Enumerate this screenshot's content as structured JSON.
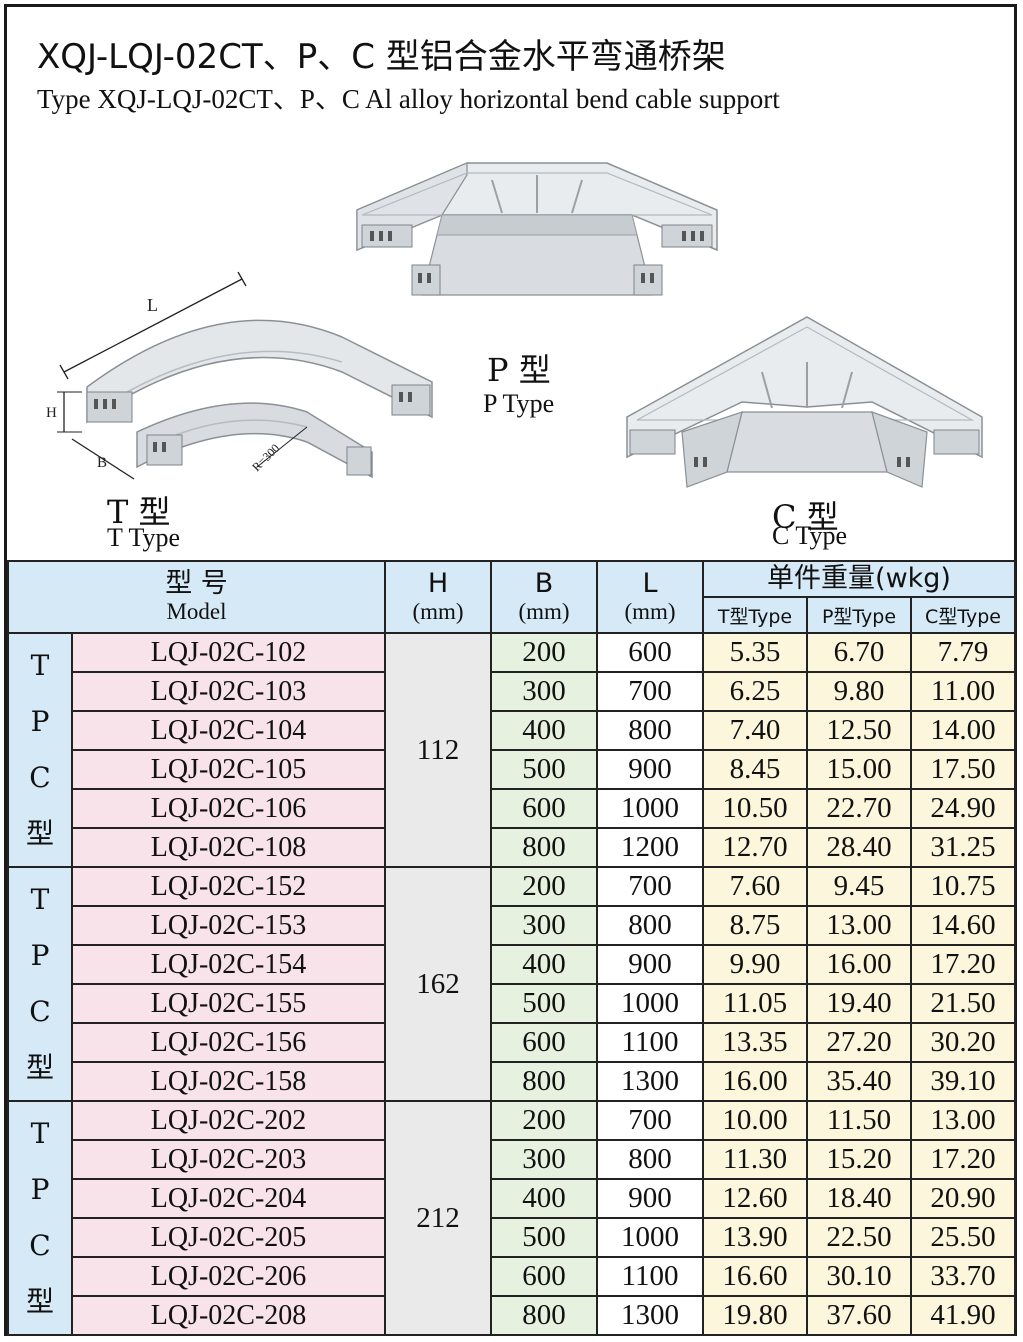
{
  "title_cn": "XQJ-LQJ-02CT、P、C 型铝合金水平弯通桥架",
  "title_en": "Type XQJ-LQJ-02CT、P、C   Al alloy  horizontal bend cable support",
  "diagram": {
    "dim_L": "L",
    "dim_H": "H",
    "dim_B": "B",
    "dim_R": "R=300"
  },
  "types": {
    "t_cn": "T 型",
    "t_en": "T Type",
    "p_cn": "P 型",
    "p_en": "P Type",
    "c_cn": "C 型",
    "c_en": "C Type"
  },
  "table": {
    "header": {
      "model_cn": "型 号",
      "model_en": "Model",
      "h": "H",
      "b": "B",
      "l": "L",
      "unit": "(mm)",
      "weight": "单件重量(wkg)",
      "t_type": "T型Type",
      "p_type": "P型Type",
      "c_type": "C型Type"
    },
    "group_label": [
      "T",
      "P",
      "C",
      "型"
    ],
    "groups": [
      {
        "h": "112",
        "rows": [
          {
            "model": "LQJ-02C-102",
            "b": "200",
            "l": "600",
            "t": "5.35",
            "p": "6.70",
            "c": "7.79"
          },
          {
            "model": "LQJ-02C-103",
            "b": "300",
            "l": "700",
            "t": "6.25",
            "p": "9.80",
            "c": "11.00"
          },
          {
            "model": "LQJ-02C-104",
            "b": "400",
            "l": "800",
            "t": "7.40",
            "p": "12.50",
            "c": "14.00"
          },
          {
            "model": "LQJ-02C-105",
            "b": "500",
            "l": "900",
            "t": "8.45",
            "p": "15.00",
            "c": "17.50"
          },
          {
            "model": "LQJ-02C-106",
            "b": "600",
            "l": "1000",
            "t": "10.50",
            "p": "22.70",
            "c": "24.90"
          },
          {
            "model": "LQJ-02C-108",
            "b": "800",
            "l": "1200",
            "t": "12.70",
            "p": "28.40",
            "c": "31.25"
          }
        ]
      },
      {
        "h": "162",
        "rows": [
          {
            "model": "LQJ-02C-152",
            "b": "200",
            "l": "700",
            "t": "7.60",
            "p": "9.45",
            "c": "10.75"
          },
          {
            "model": "LQJ-02C-153",
            "b": "300",
            "l": "800",
            "t": "8.75",
            "p": "13.00",
            "c": "14.60"
          },
          {
            "model": "LQJ-02C-154",
            "b": "400",
            "l": "900",
            "t": "9.90",
            "p": "16.00",
            "c": "17.20"
          },
          {
            "model": "LQJ-02C-155",
            "b": "500",
            "l": "1000",
            "t": "11.05",
            "p": "19.40",
            "c": "21.50"
          },
          {
            "model": "LQJ-02C-156",
            "b": "600",
            "l": "1100",
            "t": "13.35",
            "p": "27.20",
            "c": "30.20"
          },
          {
            "model": "LQJ-02C-158",
            "b": "800",
            "l": "1300",
            "t": "16.00",
            "p": "35.40",
            "c": "39.10"
          }
        ]
      },
      {
        "h": "212",
        "rows": [
          {
            "model": "LQJ-02C-202",
            "b": "200",
            "l": "700",
            "t": "10.00",
            "p": "11.50",
            "c": "13.00"
          },
          {
            "model": "LQJ-02C-203",
            "b": "300",
            "l": "800",
            "t": "11.30",
            "p": "15.20",
            "c": "17.20"
          },
          {
            "model": "LQJ-02C-204",
            "b": "400",
            "l": "900",
            "t": "12.60",
            "p": "18.40",
            "c": "20.90"
          },
          {
            "model": "LQJ-02C-205",
            "b": "500",
            "l": "1000",
            "t": "13.90",
            "p": "22.50",
            "c": "25.50"
          },
          {
            "model": "LQJ-02C-206",
            "b": "600",
            "l": "1100",
            "t": "16.60",
            "p": "30.10",
            "c": "33.70"
          },
          {
            "model": "LQJ-02C-208",
            "b": "800",
            "l": "1300",
            "t": "19.80",
            "p": "37.60",
            "c": "41.90"
          }
        ]
      }
    ]
  },
  "colors": {
    "header_bg": "#d6e9f7",
    "model_bg": "#f8e3ea",
    "h_bg": "#eaeaea",
    "b_bg": "#e6f2df",
    "weight_bg": "#fbf6dc"
  }
}
